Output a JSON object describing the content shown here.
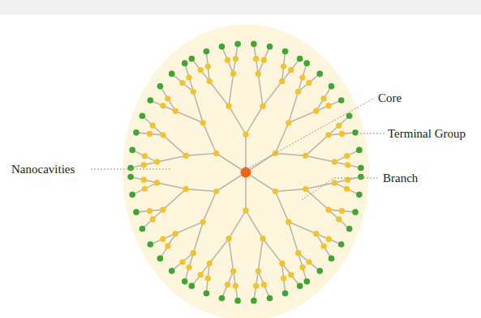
{
  "diagram": {
    "labels": [
      "Core",
      "Terminal Group",
      "Nanocavities",
      "Branch"
    ]
  }
}
